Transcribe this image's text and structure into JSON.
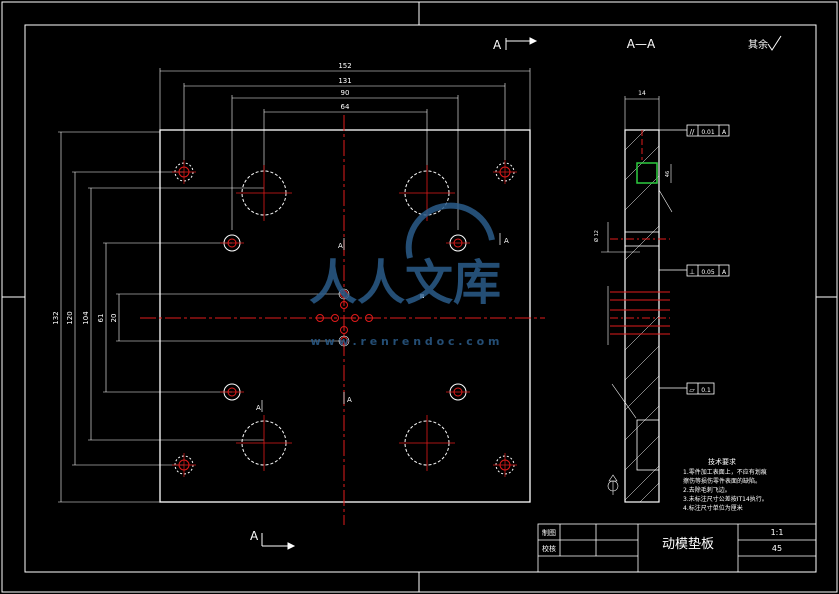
{
  "view_markers": {
    "top_left": "A",
    "section_title": "A—A",
    "bottom_left": "A",
    "cut_left_upper": "A",
    "cut_right_upper": "A",
    "cut_left_lower": "A",
    "cut_right_lower": "A"
  },
  "roughness_note": "其余",
  "dimensions": {
    "top": [
      "152",
      "131",
      "90",
      "64"
    ],
    "left": [
      "132",
      "120",
      "104",
      "61",
      "20"
    ],
    "section_width": "14",
    "section_small": [
      "46",
      "Ø 12"
    ]
  },
  "tolerance_frames": [
    {
      "symbol": "//",
      "value": "0.01",
      "datum": "A"
    },
    {
      "symbol": "⊥",
      "value": "0.05",
      "datum": "A"
    },
    {
      "symbol": "▱",
      "value": "0.1",
      "datum": ""
    }
  ],
  "technical_requirements": {
    "title": "技术要求",
    "items": [
      "1.零件加工表面上，不应有划痕",
      "擦伤等损伤零件表面的缺陷。",
      "2.去除毛刺飞边。",
      "3.未标注尺寸公差按IT14执行。",
      "4.标注尺寸单位为厘米"
    ]
  },
  "title_block": {
    "drawn_label": "制图",
    "check_label": "校核",
    "part_name": "动模垫板",
    "scale": "1:1",
    "number": "45"
  },
  "watermark": {
    "text": "人人文库",
    "url": "w w w . r e n r e n d o c . c o m"
  }
}
